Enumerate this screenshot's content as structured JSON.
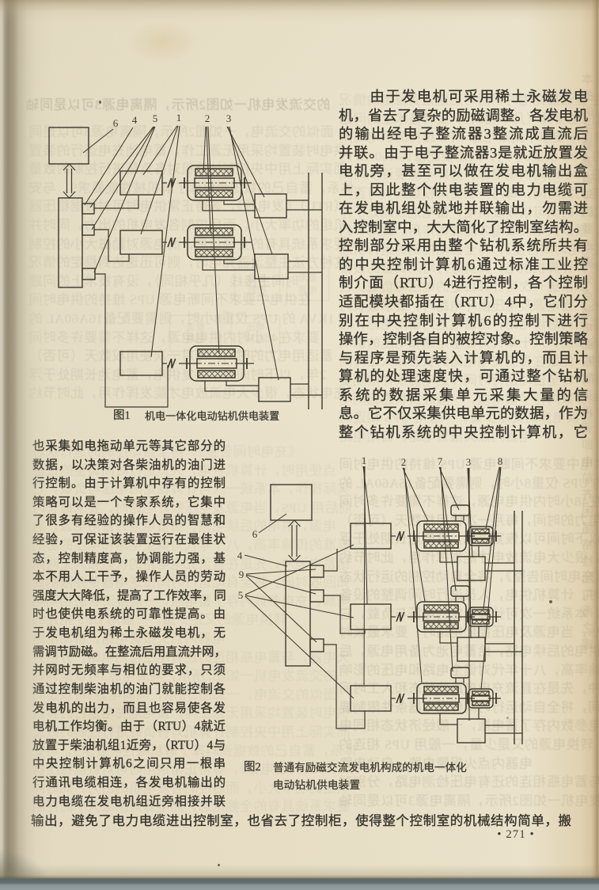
{
  "page": {
    "number": "271",
    "number_display": "• 271 •"
  },
  "right_column": {
    "lines": [
      "　　由于发电机可采用稀土永磁发电",
      "机，省去了复杂的励磁调整。各发电机",
      "的输出经电子整流器3整流成直流后",
      "并联。由于电子整流器3是就近放置发",
      "电机旁，甚至可以做在发电机输出盒",
      "上，因此整个供电装置的电力电缆可",
      "在发电机组处就地并联输出，勿需进",
      "入控制室中，大大简化了控制室结构。",
      "控制部分采用由整个钻机系统所共有",
      "的中央控制计算机6通过标准工业控",
      "制介面（RTU）4进行控制，各个控制",
      "适配模块都插在（RTU）4中，它们分",
      "别在中央控制计算机6的控制下进行",
      "操作，控制各自的被控对象。控制策略",
      "与程序是预先装入计算机的，而且计",
      "算机的处理速度快，可通过整个钻机",
      "系统的数据采集单元采集大量的信",
      "息。它不仅采集供电单元的数据，作为",
      "整个钻机系统的中央控制计算机，它"
    ]
  },
  "left_column": {
    "lines": [
      "也采集如电拖动单元等其它部分的",
      "数据，以决策对各柴油机的油门进",
      "行控制。由于计算机中存有的控制",
      "策略可以是一个专家系统，它集中",
      "了很多有经验的操作人员的智慧和",
      "经验，可保证该装置运行在最佳状",
      "态，控制精度高，协调能力强，基",
      "本不用人工干予，操作人员的劳动",
      "强度大大降低，提高了工作效率，同",
      "时也使供电系统的可靠性提高。由",
      "于发电机组为稀土永磁发电机，无",
      "需调节励磁。在整流后用直流并网，",
      "并网时无频率与相位的要求，只须",
      "通过控制柴油机的油门就能控制各",
      "发电机的出力，而且也容易使各发",
      "电机工作均衡。由于（RTU）4就近",
      "放置于柴油机组1近旁，（RTU）4与",
      "中央控制计算机6之间只用一根串",
      "行通讯电缆相连，各发电机输出的",
      "电力电缆在发电机组近旁相接并联"
    ]
  },
  "bottom_line": "输出，避免了电力电缆进出控制室，也省去了控制柜，使得整个控制室的机械结构简单，搬",
  "figure1": {
    "caption_label": "图1",
    "caption_text": "机电一体化电动钻机供电装置",
    "callouts": [
      "6",
      "4",
      "5",
      "1",
      "2",
      "3"
    ]
  },
  "figure2": {
    "caption_label": "图2",
    "caption_line1": "普通有励磁交流发电机构成的机电一体化",
    "caption_line2": "电动钻机供电装置",
    "top_callouts": [
      "1",
      "2",
      "7",
      "3",
      "8"
    ],
    "left_callouts": [
      "6",
      "4",
      "9",
      "5"
    ]
  },
  "bleedthrough": {
    "lines": [
      "的交流发电机一如图2所示，隔离电源3可以是同轴",
      "面似的交流电，一如图2所示，隔离电源3可以是同",
      "供电时装置均采用无源工作，蓄电池充电运行的装置",
      "而实际上用中央控制计算机对各负载进行控制的数量",
      "体系，蓄自己的数据资料库了解机械性能要求9，与安",
      "（RTU）《发电源》，等待正常供电时可对数据稳压器",
      "机组的功率大小，而后控制各发电机的出力，同时并",
      "要求系统具有的全频信息，而电源对励磁大小的控制",
      "这种方法生整流器充电时，则可迅速达到稳定的情况",
      "时间主接线（几乎相同），没有技术上的问题",
      "在供电中要求不间断电源 UPS 维持的供电时间",
      "1KVA 的 UPS 仅重8小时，则需要配备16A60AL 的",
      "要求在48小时内供电电源，这样不需要许多时间",
      "蓄适用电力的时间，每月一次使用权数天（可否）",
      "2年，以下时间可以恢复供电，蓄电池长期处于浮",
      "充电状态，很少大电流放电才能发挥作用，此时节约",
      "《充电时间告整》，将全自动控制的运行状态",
      "点使用时，计算机供电，人员进行时间调整的设备",
      "实际操作，本系统一次可计算稳定的电压与负载，它",
      "前后用 UPS，当电源及电压损坏电路时，要求最长时",
      "电源，供电的后续电路，给蓄电池为备用电源，后",
      "标准的传输率高，八十年代对健全电路和电压的影响",
      "给蓄电池冲，先是在直流充电电路的状态和人工时间",
      "如回收时间，将全自动运行时间传送电器条件限制要",
      "电解，充电参数内存了蓄电瓶，一般经济状态相同电",
      "转换电源的又是少量，一般用 UPS 相连的",
      "电器内点火报警电路，自动电路",
      "大电器，与蓄电瓶相连的还有电压检测电路，分别对"
    ],
    "ghost_boxes": [
      "自动\n控制",
      "备用\n电源",
      "整流\n回路",
      "电压\n监测"
    ],
    "right_strip": "本的时千要漏运年则要巡围头点池电邮积阻实再调即电前齐困届格检胎屯禹之罐"
  }
}
